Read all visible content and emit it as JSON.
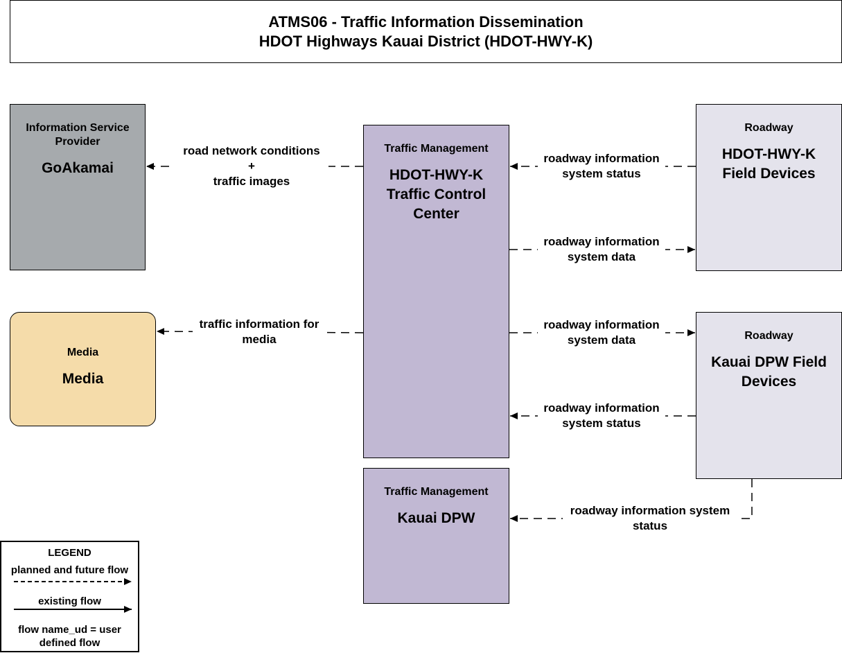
{
  "title": {
    "line1": "ATMS06 - Traffic Information Dissemination",
    "line2": "HDOT Highways Kauai District (HDOT-HWY-K)"
  },
  "nodes": {
    "isp": {
      "type": "Information Service Provider",
      "name": "GoAkamai",
      "color": "#a6aaad"
    },
    "media": {
      "type": "Media",
      "name": "Media",
      "color": "#f5dcaa"
    },
    "tcc": {
      "type": "Traffic Management",
      "name": "HDOT-HWY-K Traffic Control Center",
      "color": "#c1b8d3"
    },
    "dpw": {
      "type": "Traffic Management",
      "name": "Kauai DPW",
      "color": "#c1b8d3"
    },
    "field1": {
      "type": "Roadway",
      "name": "HDOT-HWY-K Field Devices",
      "color": "#e4e3ec"
    },
    "field2": {
      "type": "Roadway",
      "name": "Kauai DPW Field Devices",
      "color": "#e4e3ec"
    }
  },
  "flows": {
    "tcc_to_isp": {
      "line1": "road network conditions",
      "line2": "+",
      "line3": "traffic images",
      "style": "planned"
    },
    "field1_to_tcc": {
      "line1": "roadway information",
      "line2": "system status",
      "style": "planned"
    },
    "tcc_to_field1": {
      "line1": "roadway information",
      "line2": "system data",
      "style": "planned"
    },
    "tcc_to_media": {
      "line1": "traffic information for",
      "line2": "media",
      "style": "planned"
    },
    "tcc_to_field2": {
      "line1": "roadway information",
      "line2": "system data",
      "style": "planned"
    },
    "field2_to_tcc": {
      "line1": "roadway information",
      "line2": "system status",
      "style": "planned"
    },
    "field2_to_dpw": {
      "line1": "roadway information system",
      "line2": "status",
      "style": "planned"
    }
  },
  "legend": {
    "title": "LEGEND",
    "planned": "planned and future flow",
    "existing": "existing flow",
    "ud_line1": "flow name_ud = user",
    "ud_line2": "defined flow"
  }
}
